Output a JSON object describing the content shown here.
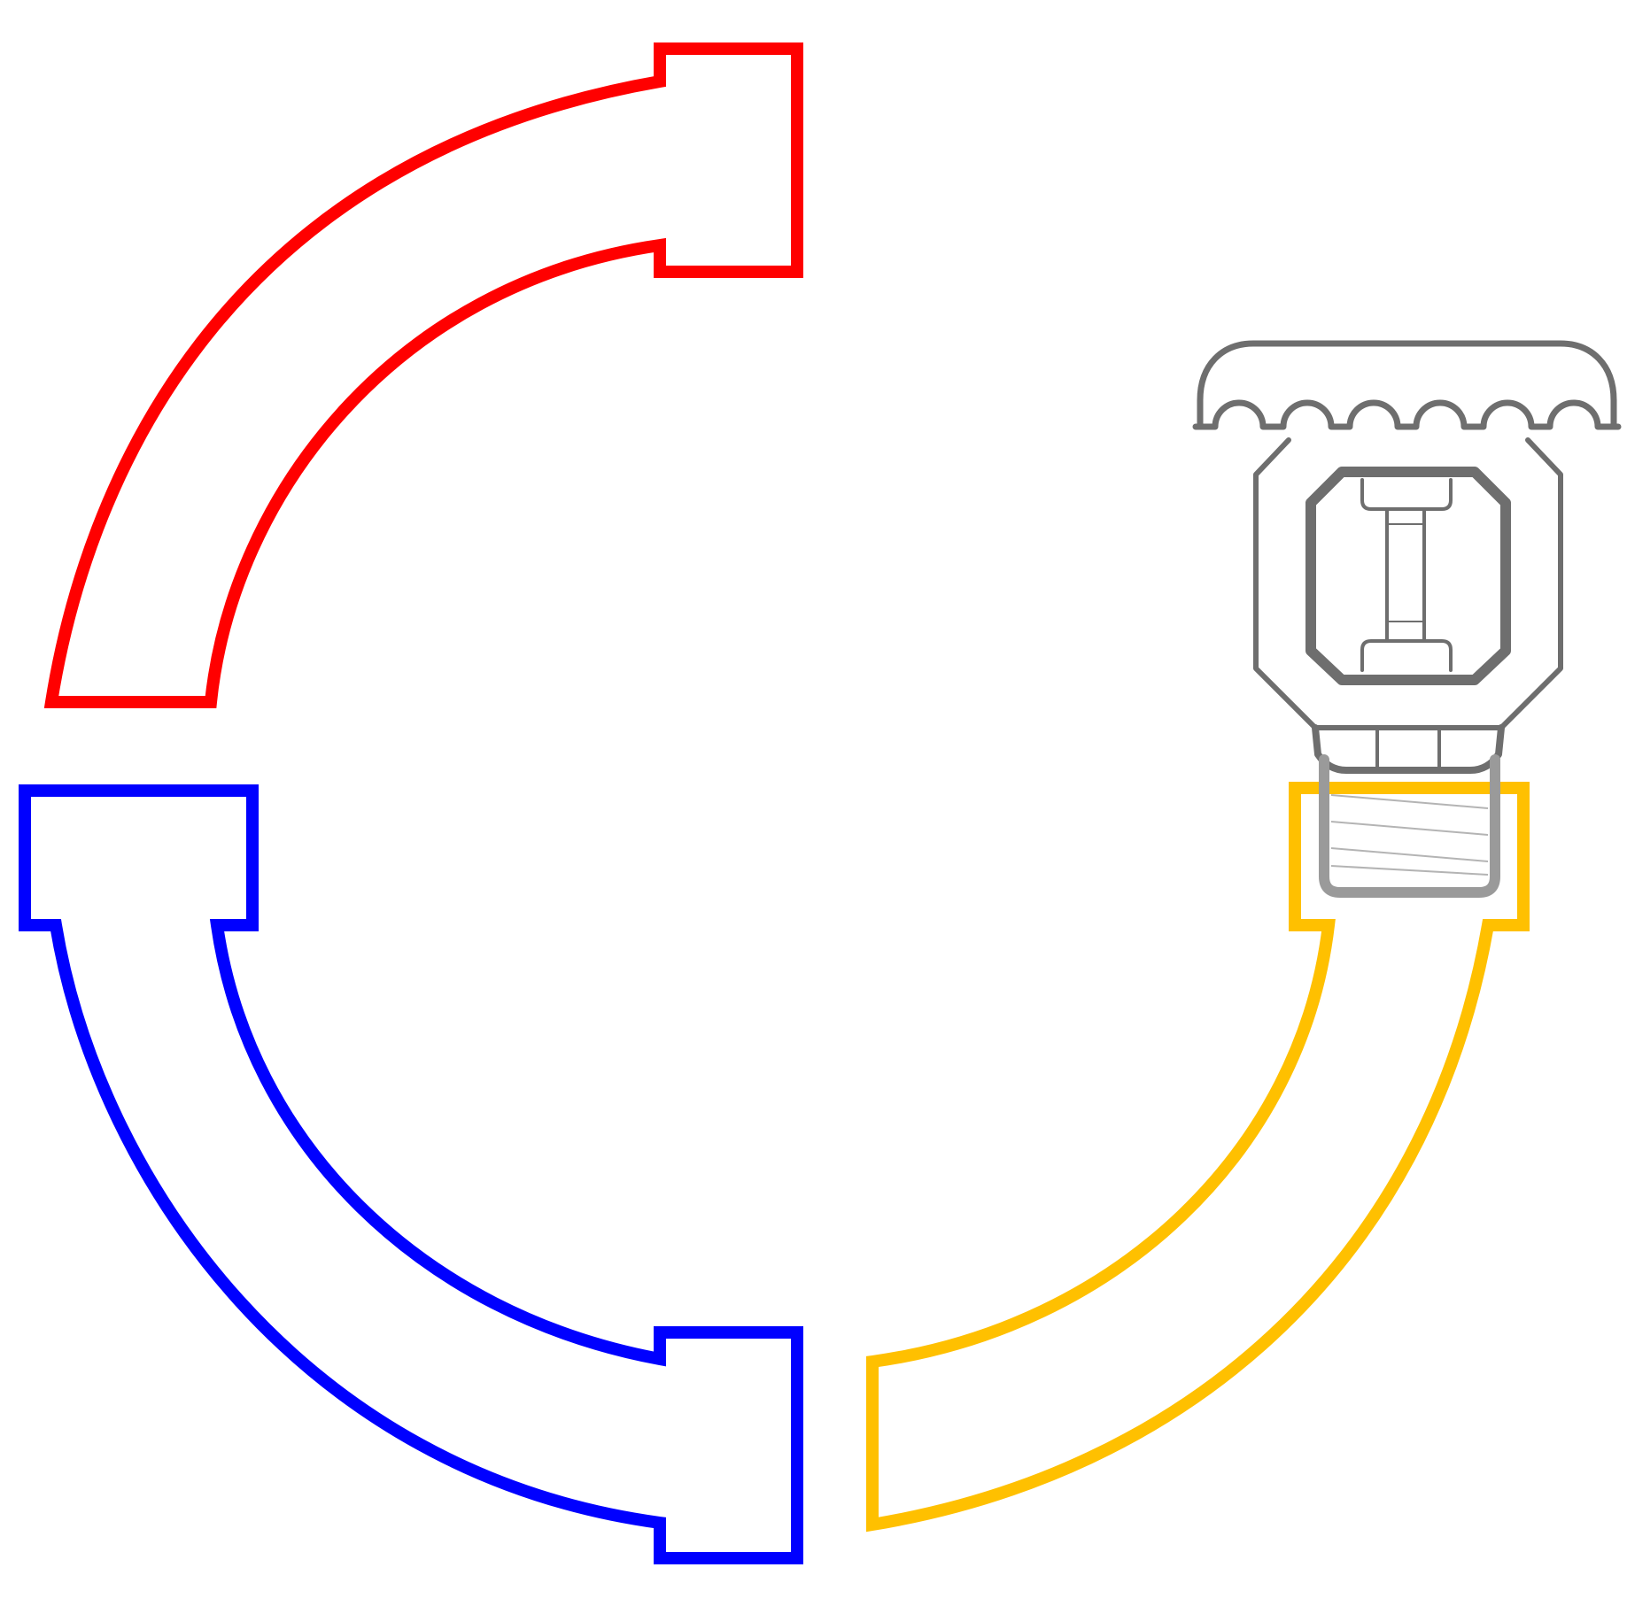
{
  "diagram": {
    "segments": [
      {
        "id": "top-left-elbow",
        "color": "#ff0000"
      },
      {
        "id": "bottom-left-elbow",
        "color": "#0000ff"
      },
      {
        "id": "bottom-right-elbow",
        "color": "#ffc000"
      }
    ],
    "fixture": {
      "icon": "sprinkler-head-icon",
      "color_dark": "#6e6e6e",
      "color_light": "#9a9a9a"
    }
  }
}
